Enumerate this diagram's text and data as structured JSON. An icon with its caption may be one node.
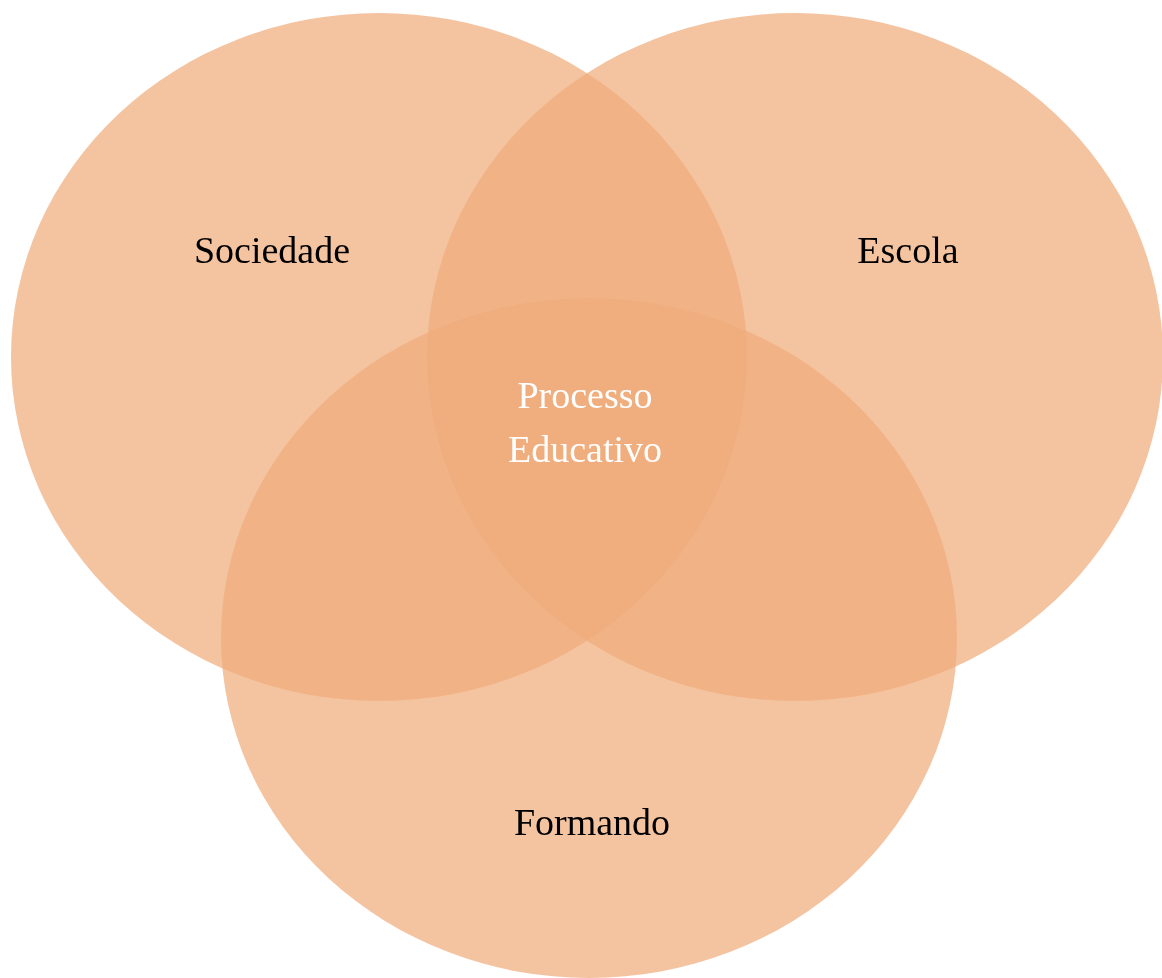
{
  "diagram": {
    "nodes": [
      {
        "text": [
          "Sociedade"
        ]
      },
      {
        "text": [
          "Escola"
        ]
      },
      {
        "text": [
          "Formando"
        ]
      }
    ],
    "edges": [],
    "labels": [
      "Processo Educativo"
    ]
  }
}
